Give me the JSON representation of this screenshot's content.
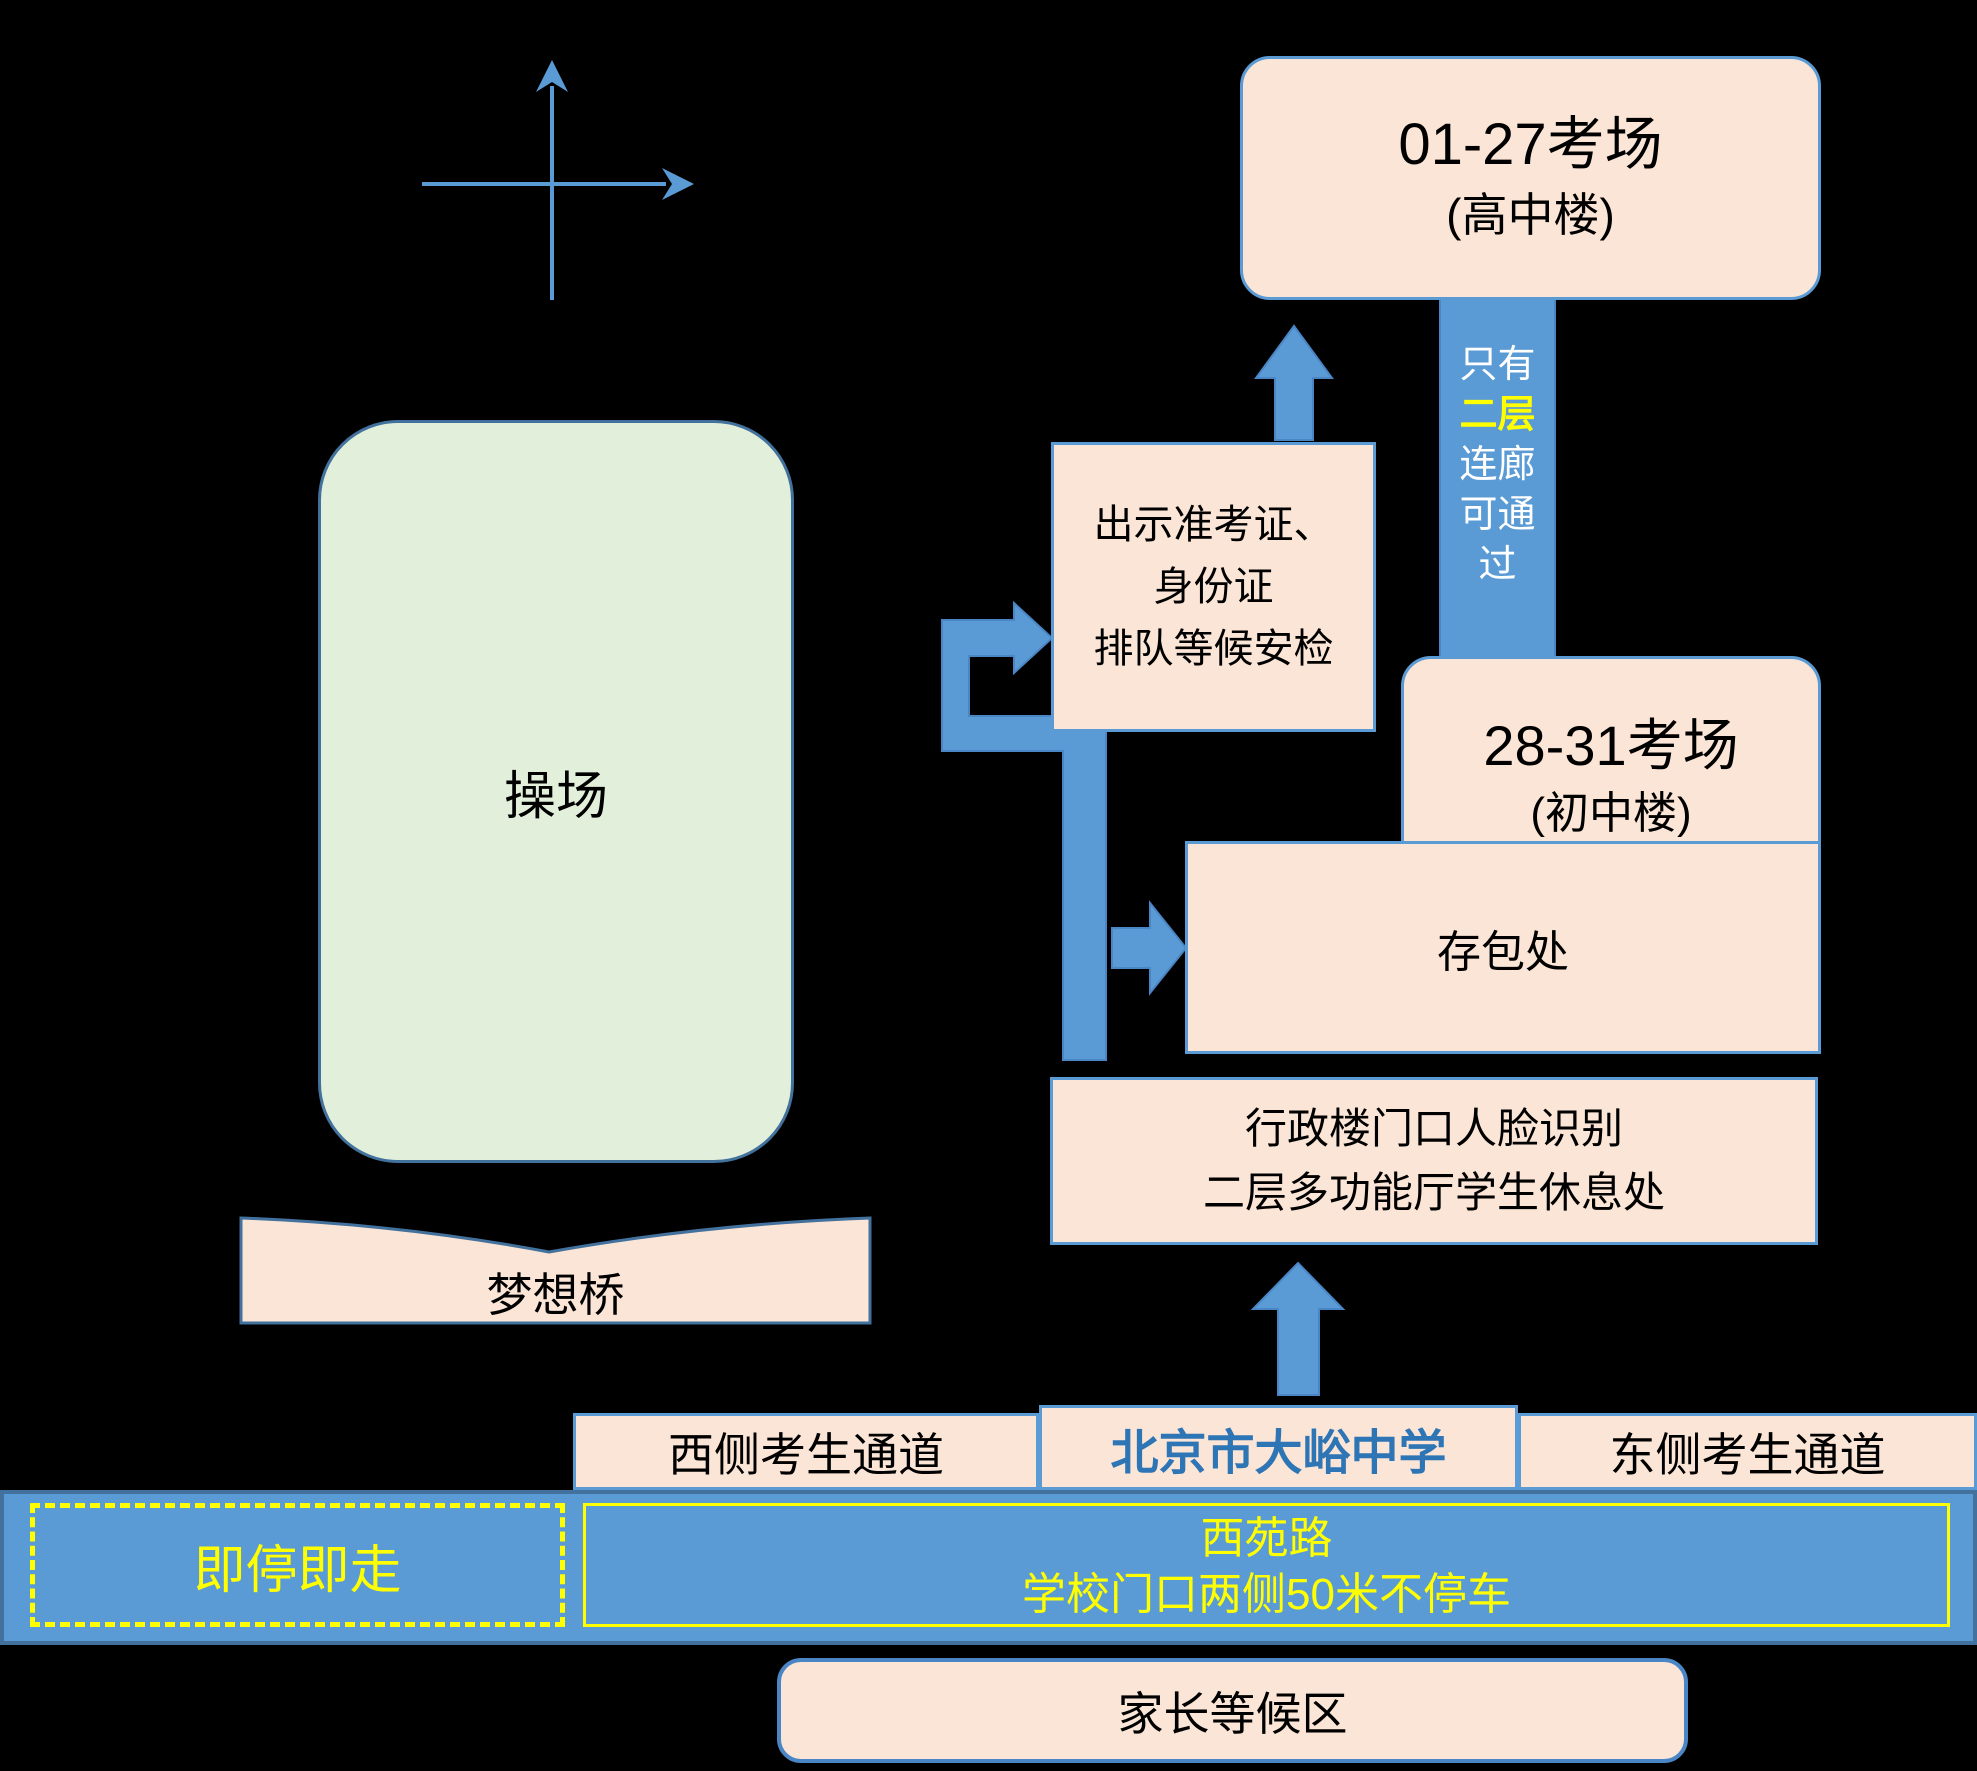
{
  "colors": {
    "background": "#000000",
    "arrow_blue": "#5b9bd5",
    "box_fill_peach": "#fbe5d6",
    "box_border_blue": "#5b9bd5",
    "playground_green": "#e2efda",
    "highlight_yellow": "#ffff00",
    "school_text_blue": "#2e75b6"
  },
  "compass": {
    "icon": "north-cross-arrows"
  },
  "playground": {
    "label": "操场"
  },
  "dream_bridge": {
    "label": "梦想桥"
  },
  "exam_01_27": {
    "title": "01-27考场",
    "subtitle": "(高中楼)"
  },
  "corridor_note": {
    "lines": [
      {
        "text": "只有",
        "highlight": false
      },
      {
        "text": "二层",
        "highlight": true
      },
      {
        "text": "连廊",
        "highlight": false
      },
      {
        "text": "可通",
        "highlight": false
      },
      {
        "text": "过",
        "highlight": false
      }
    ]
  },
  "exam_28_31": {
    "title": "28-31考场",
    "subtitle": "(初中楼)"
  },
  "security_check": {
    "line1": "出示准考证、",
    "line2": "身份证",
    "line3": "排队等候安检"
  },
  "bag_storage": {
    "label": "存包处"
  },
  "admin_building": {
    "line1": "行政楼门口人脸识别",
    "line2": "二层多功能厅学生休息处"
  },
  "gate_row": {
    "west": "西侧考生通道",
    "school": "北京市大峪中学",
    "east": "东侧考生通道"
  },
  "road": {
    "name": "西苑路",
    "rule": "学校门口两侧50米不停车",
    "drop_off": "即停即走"
  },
  "parent_area": {
    "label": "家长等候区"
  }
}
